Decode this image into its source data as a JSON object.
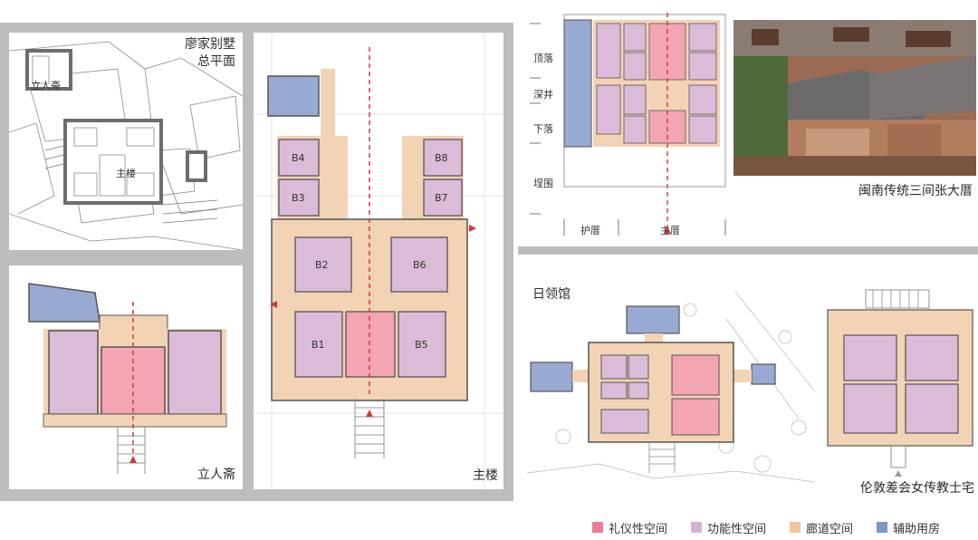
{
  "panels": {
    "site_plan": {
      "title_line1": "廖家别墅",
      "title_line2": "总平面",
      "label_a": "立人斋",
      "label_b": "主楼"
    },
    "liren": {
      "caption": "立人斋"
    },
    "main_building": {
      "caption": "主楼",
      "rooms": [
        "B4",
        "B3",
        "B8",
        "B7",
        "B2",
        "B6",
        "B1",
        "B5"
      ]
    },
    "traditional": {
      "caption": "闽南传统三间张大厝",
      "side_labels": [
        "顶落",
        "深井",
        "下落",
        "埕围"
      ],
      "bottom_labels": [
        "护厝",
        "主厝"
      ]
    },
    "rilingguan": {
      "caption": "日领馆"
    },
    "lundun": {
      "caption": "伦敦差会女传教士宅"
    }
  },
  "legend": [
    {
      "label": "礼仪性空间",
      "color": "#e97e94"
    },
    {
      "label": "功能性空间",
      "color": "#d6b3d4"
    },
    {
      "label": "廊道空间",
      "color": "#f0c69c"
    },
    {
      "label": "辅助用房",
      "color": "#7f97c8"
    }
  ],
  "colors": {
    "ceremonial": "#f4a5b4",
    "functional": "#dbbbd8",
    "corridor": "#f2d3b4",
    "auxiliary": "#98a9d2",
    "wall": "#5e5e5e",
    "axis": "#d23a3a"
  }
}
